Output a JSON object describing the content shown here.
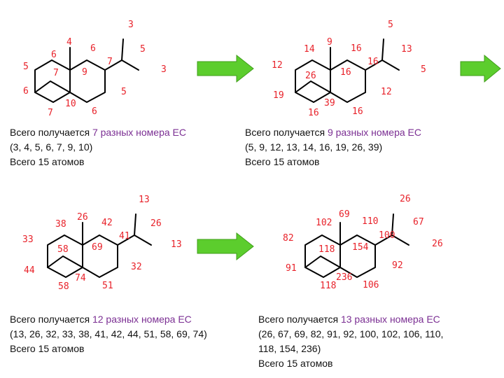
{
  "panels": [
    {
      "labels": [
        "3",
        "4",
        "6",
        "5",
        "5",
        "6",
        "7",
        "7",
        "9",
        "3",
        "6",
        "10",
        "5",
        "7",
        "6"
      ],
      "caption": {
        "line1_prefix": "Всего получается ",
        "line1_highlight": "7 разных номера ЕС",
        "line2": "(3, 4, 5, 6, 7, 9, 10)",
        "line3": "Всего 15 атомов"
      }
    },
    {
      "labels": [
        "5",
        "9",
        "14",
        "16",
        "13",
        "12",
        "16",
        "26",
        "16",
        "5",
        "19",
        "39",
        "12",
        "16",
        "16"
      ],
      "caption": {
        "line1_prefix": "Всего получается ",
        "line1_highlight": "9 разных номера ЕС",
        "line2": "(5, 9, 12, 13, 14, 16, 19, 26, 39)",
        "line3": "Всего 15 атомов"
      }
    },
    {
      "labels": [
        "13",
        "26",
        "38",
        "42",
        "26",
        "33",
        "41",
        "58",
        "69",
        "13",
        "44",
        "32",
        "74",
        "58",
        "51"
      ],
      "caption": {
        "line1_prefix": "Всего получается ",
        "line1_highlight": "12 разных номера ЕС",
        "line2": "(13, 26, 32, 33, 38, 41, 42, 44, 51, 58, 69, 74)",
        "line3": "Всего 15 атомов"
      }
    },
    {
      "labels": [
        "26",
        "69",
        "102",
        "110",
        "67",
        "82",
        "100",
        "118",
        "154",
        "26",
        "91",
        "92",
        "236",
        "118",
        "106"
      ],
      "caption": {
        "line1_prefix": "Всего получается ",
        "line1_highlight": "13 разных номера ЕС",
        "line2": "(26, 67, 69, 82, 91, 92, 100, 102, 106, 110,",
        "line3": "118, 154, 236)",
        "line4": "Всего 15 атомов"
      }
    }
  ],
  "colors": {
    "label": "#e8222a",
    "highlight": "#7b2f93",
    "arrow": "#5ccd2d"
  }
}
